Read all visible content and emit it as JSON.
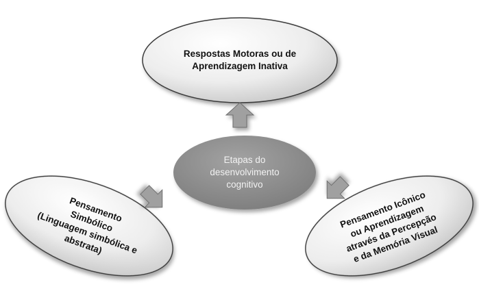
{
  "diagram": {
    "center": {
      "label": "Etapas do\ndesenvolvimento\ncognitivo",
      "fill": "#8c8c8c"
    },
    "top": {
      "label": "Respostas Motoras  ou de\nAprendizagem Inativa"
    },
    "left": {
      "label": "Pensamento\nSimbólico\n(Linguagem simbólica e\nabstrata)"
    },
    "right": {
      "label": "Pensamento Icônico\nou Aprendizagem\natravés da Percepção\ne da Memória Visual"
    },
    "colors": {
      "ellipse_light": "#ffffff",
      "ellipse_dark": "#c9c9c9",
      "arrow": "#9a9a9a",
      "outline": "#3a3a3a"
    }
  }
}
